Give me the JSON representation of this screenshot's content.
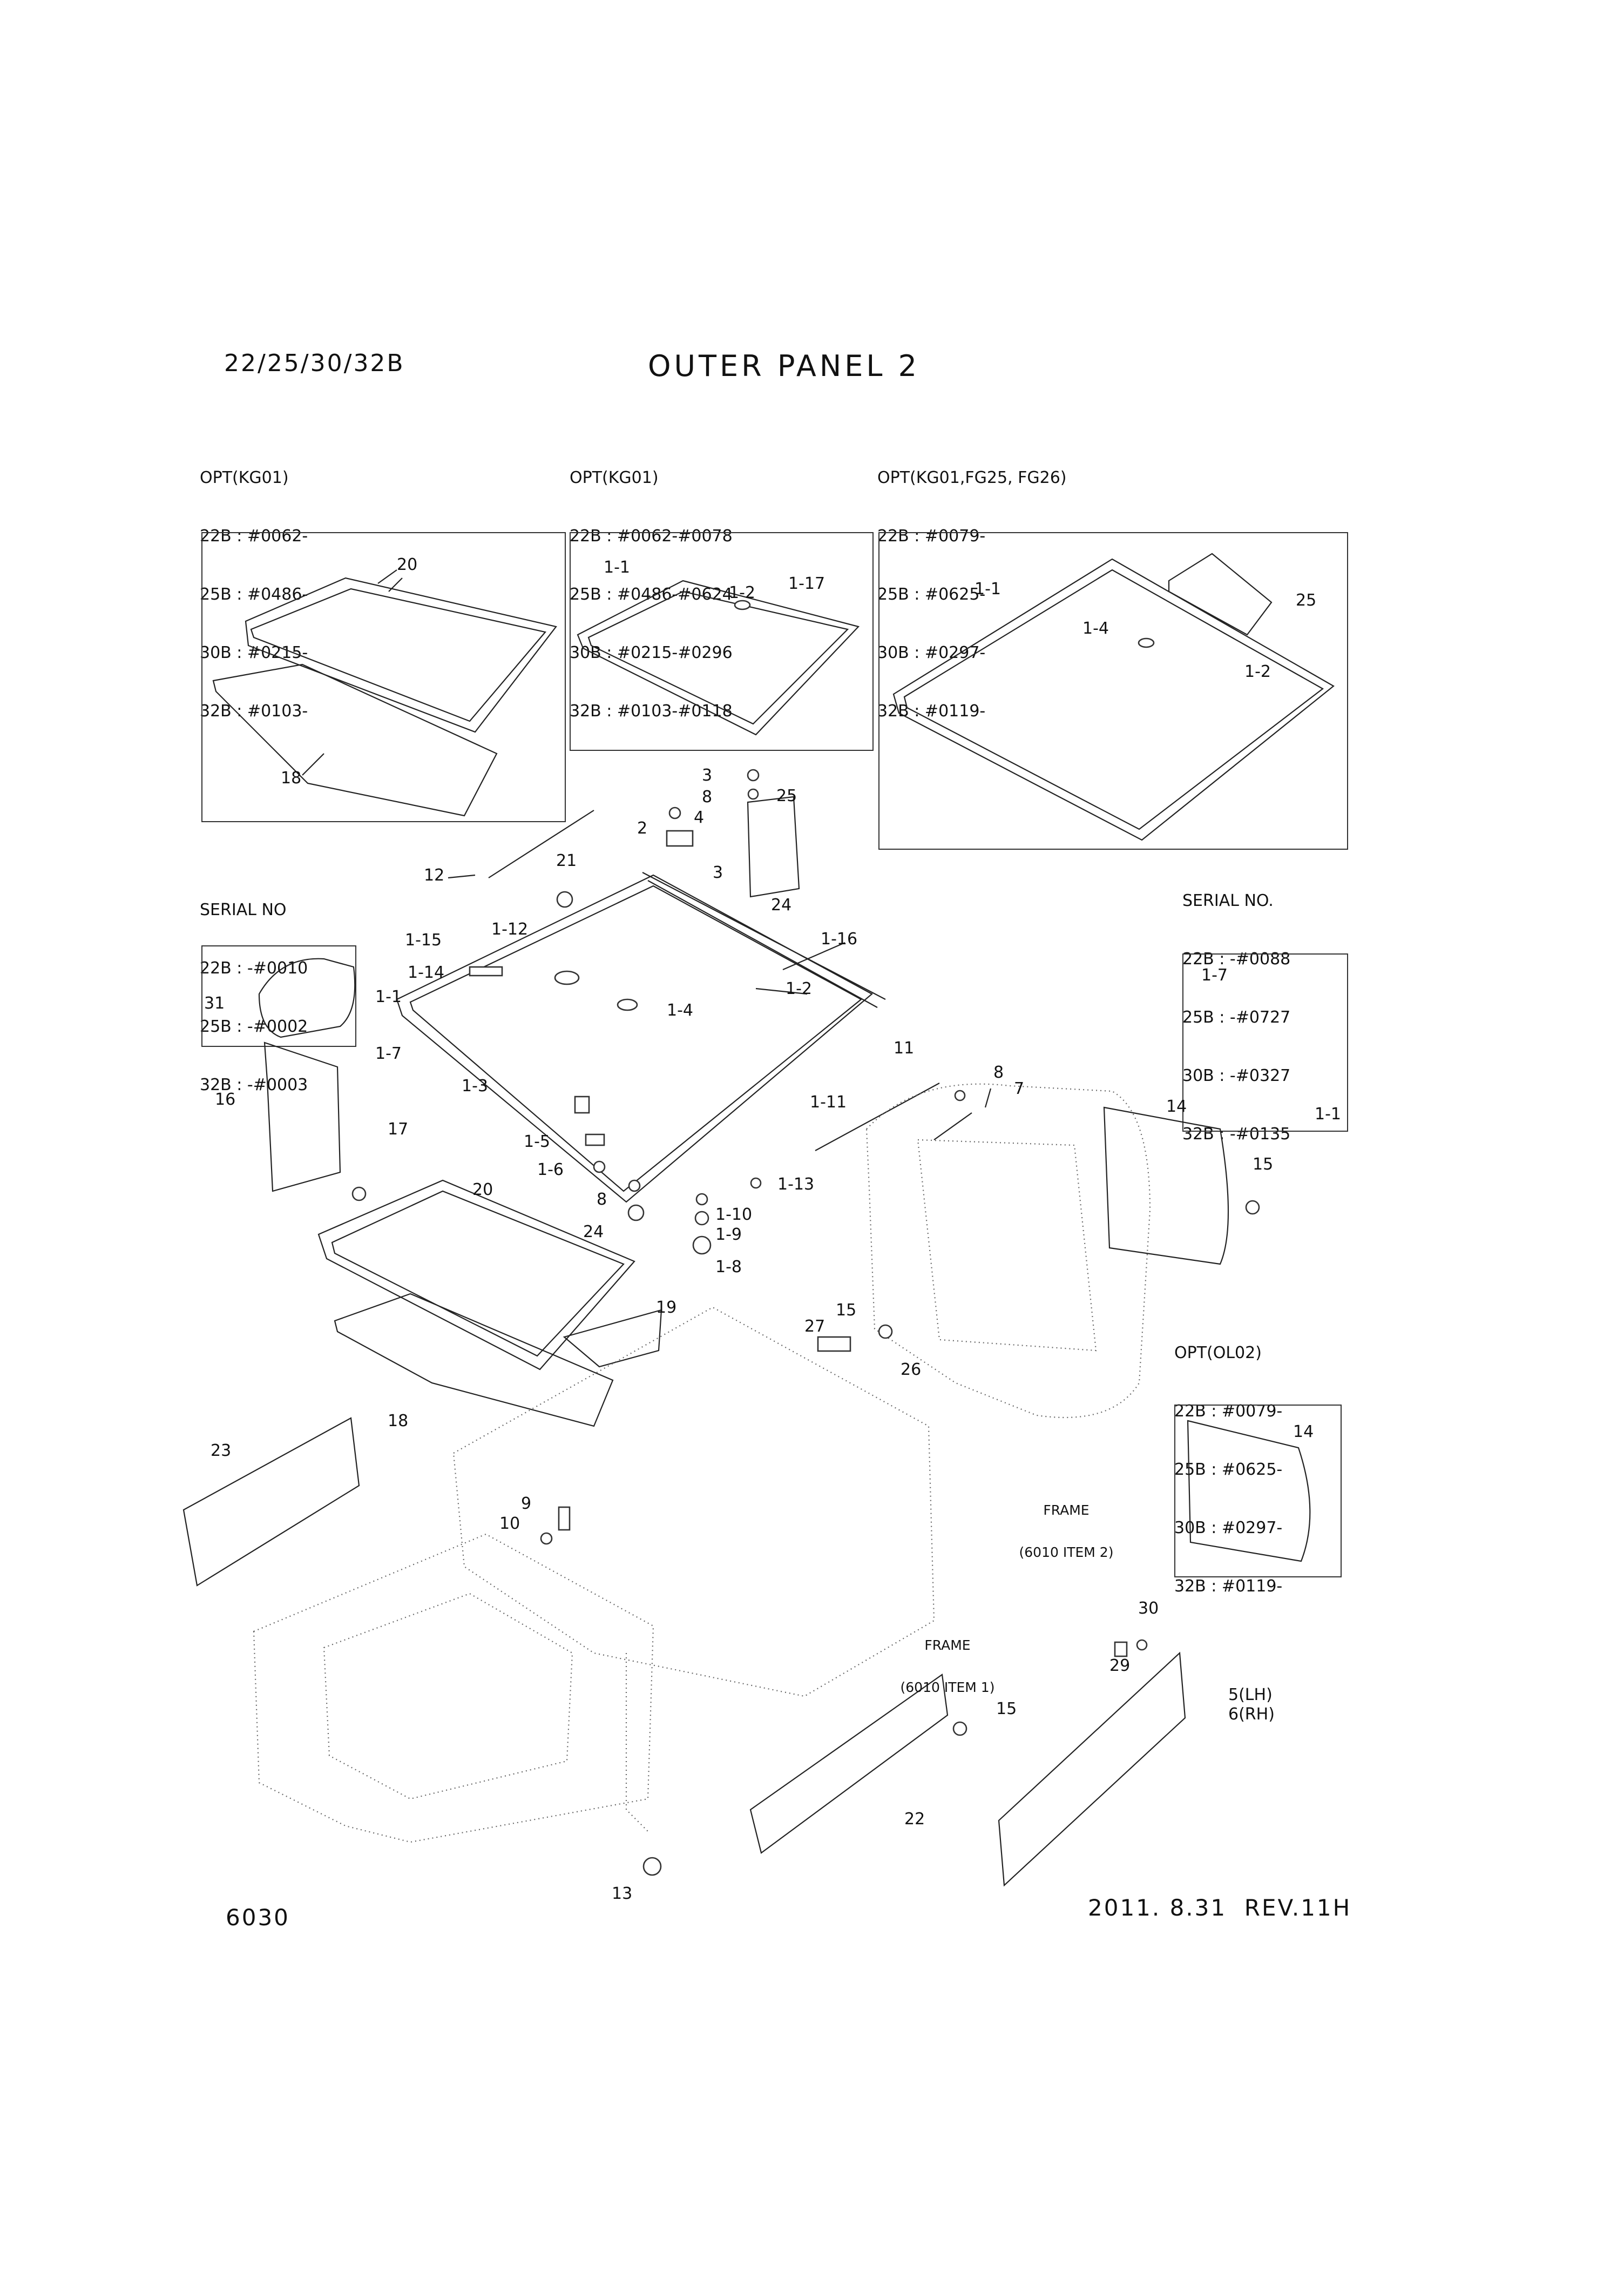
{
  "header": {
    "model": "22/25/30/32B",
    "title": "OUTER PANEL 2"
  },
  "option_blocks": [
    {
      "lines": [
        "OPT(KG01)",
        "22B : #0062-",
        "25B : #0486-",
        "30B : #0215-",
        "32B : #0103-"
      ]
    },
    {
      "lines": [
        "OPT(KG01)",
        "22B : #0062-#0078",
        "25B : #0486-#0624",
        "30B : #0215-#0296",
        "32B : #0103-#0118"
      ]
    },
    {
      "lines": [
        "OPT(KG01,FG25, FG26)",
        "22B : #0079-",
        "25B : #0625-",
        "30B : #0297-",
        "32B : #0119-"
      ]
    },
    {
      "lines": [
        "SERIAL NO",
        "22B : -#0010",
        "25B : -#0002",
        "32B : -#0003"
      ]
    },
    {
      "lines": [
        "SERIAL NO.",
        "22B : -#0088",
        "25B : -#0727",
        "30B : -#0327",
        "32B : -#0135"
      ]
    },
    {
      "lines": [
        "OPT(OL02)",
        "22B : #0079-",
        "25B : #0625-",
        "30B : #0297-",
        "32B : #0119-"
      ]
    }
  ],
  "frame_labels": [
    {
      "lines": [
        "FRAME",
        "(6010 ITEM 2)"
      ]
    },
    {
      "lines": [
        "FRAME",
        "(6010 ITEM 1)"
      ]
    }
  ],
  "callouts": [
    "20",
    "18",
    "1-1",
    "1-2",
    "1-17",
    "1-1",
    "1-4",
    "1-2",
    "25",
    "3",
    "8",
    "4",
    "2",
    "3",
    "25",
    "24",
    "21",
    "12",
    "1-15",
    "1-12",
    "1-16",
    "1-14",
    "1-2",
    "1-1",
    "1-4",
    "31",
    "1-7",
    "16",
    "17",
    "1-3",
    "1-5",
    "1-6",
    "8",
    "24",
    "1-11",
    "1-13",
    "1-10",
    "1-9",
    "1-8",
    "11",
    "8",
    "7",
    "1-7",
    "1-1",
    "14",
    "15",
    "20",
    "19",
    "18",
    "23",
    "27",
    "15",
    "26",
    "14",
    "9",
    "10",
    "30",
    "29",
    "5(LH)",
    "6(RH)",
    "15",
    "22",
    "13"
  ],
  "footer": {
    "page_number": "6030",
    "revision": "2011. 8.31  REV.11H"
  }
}
